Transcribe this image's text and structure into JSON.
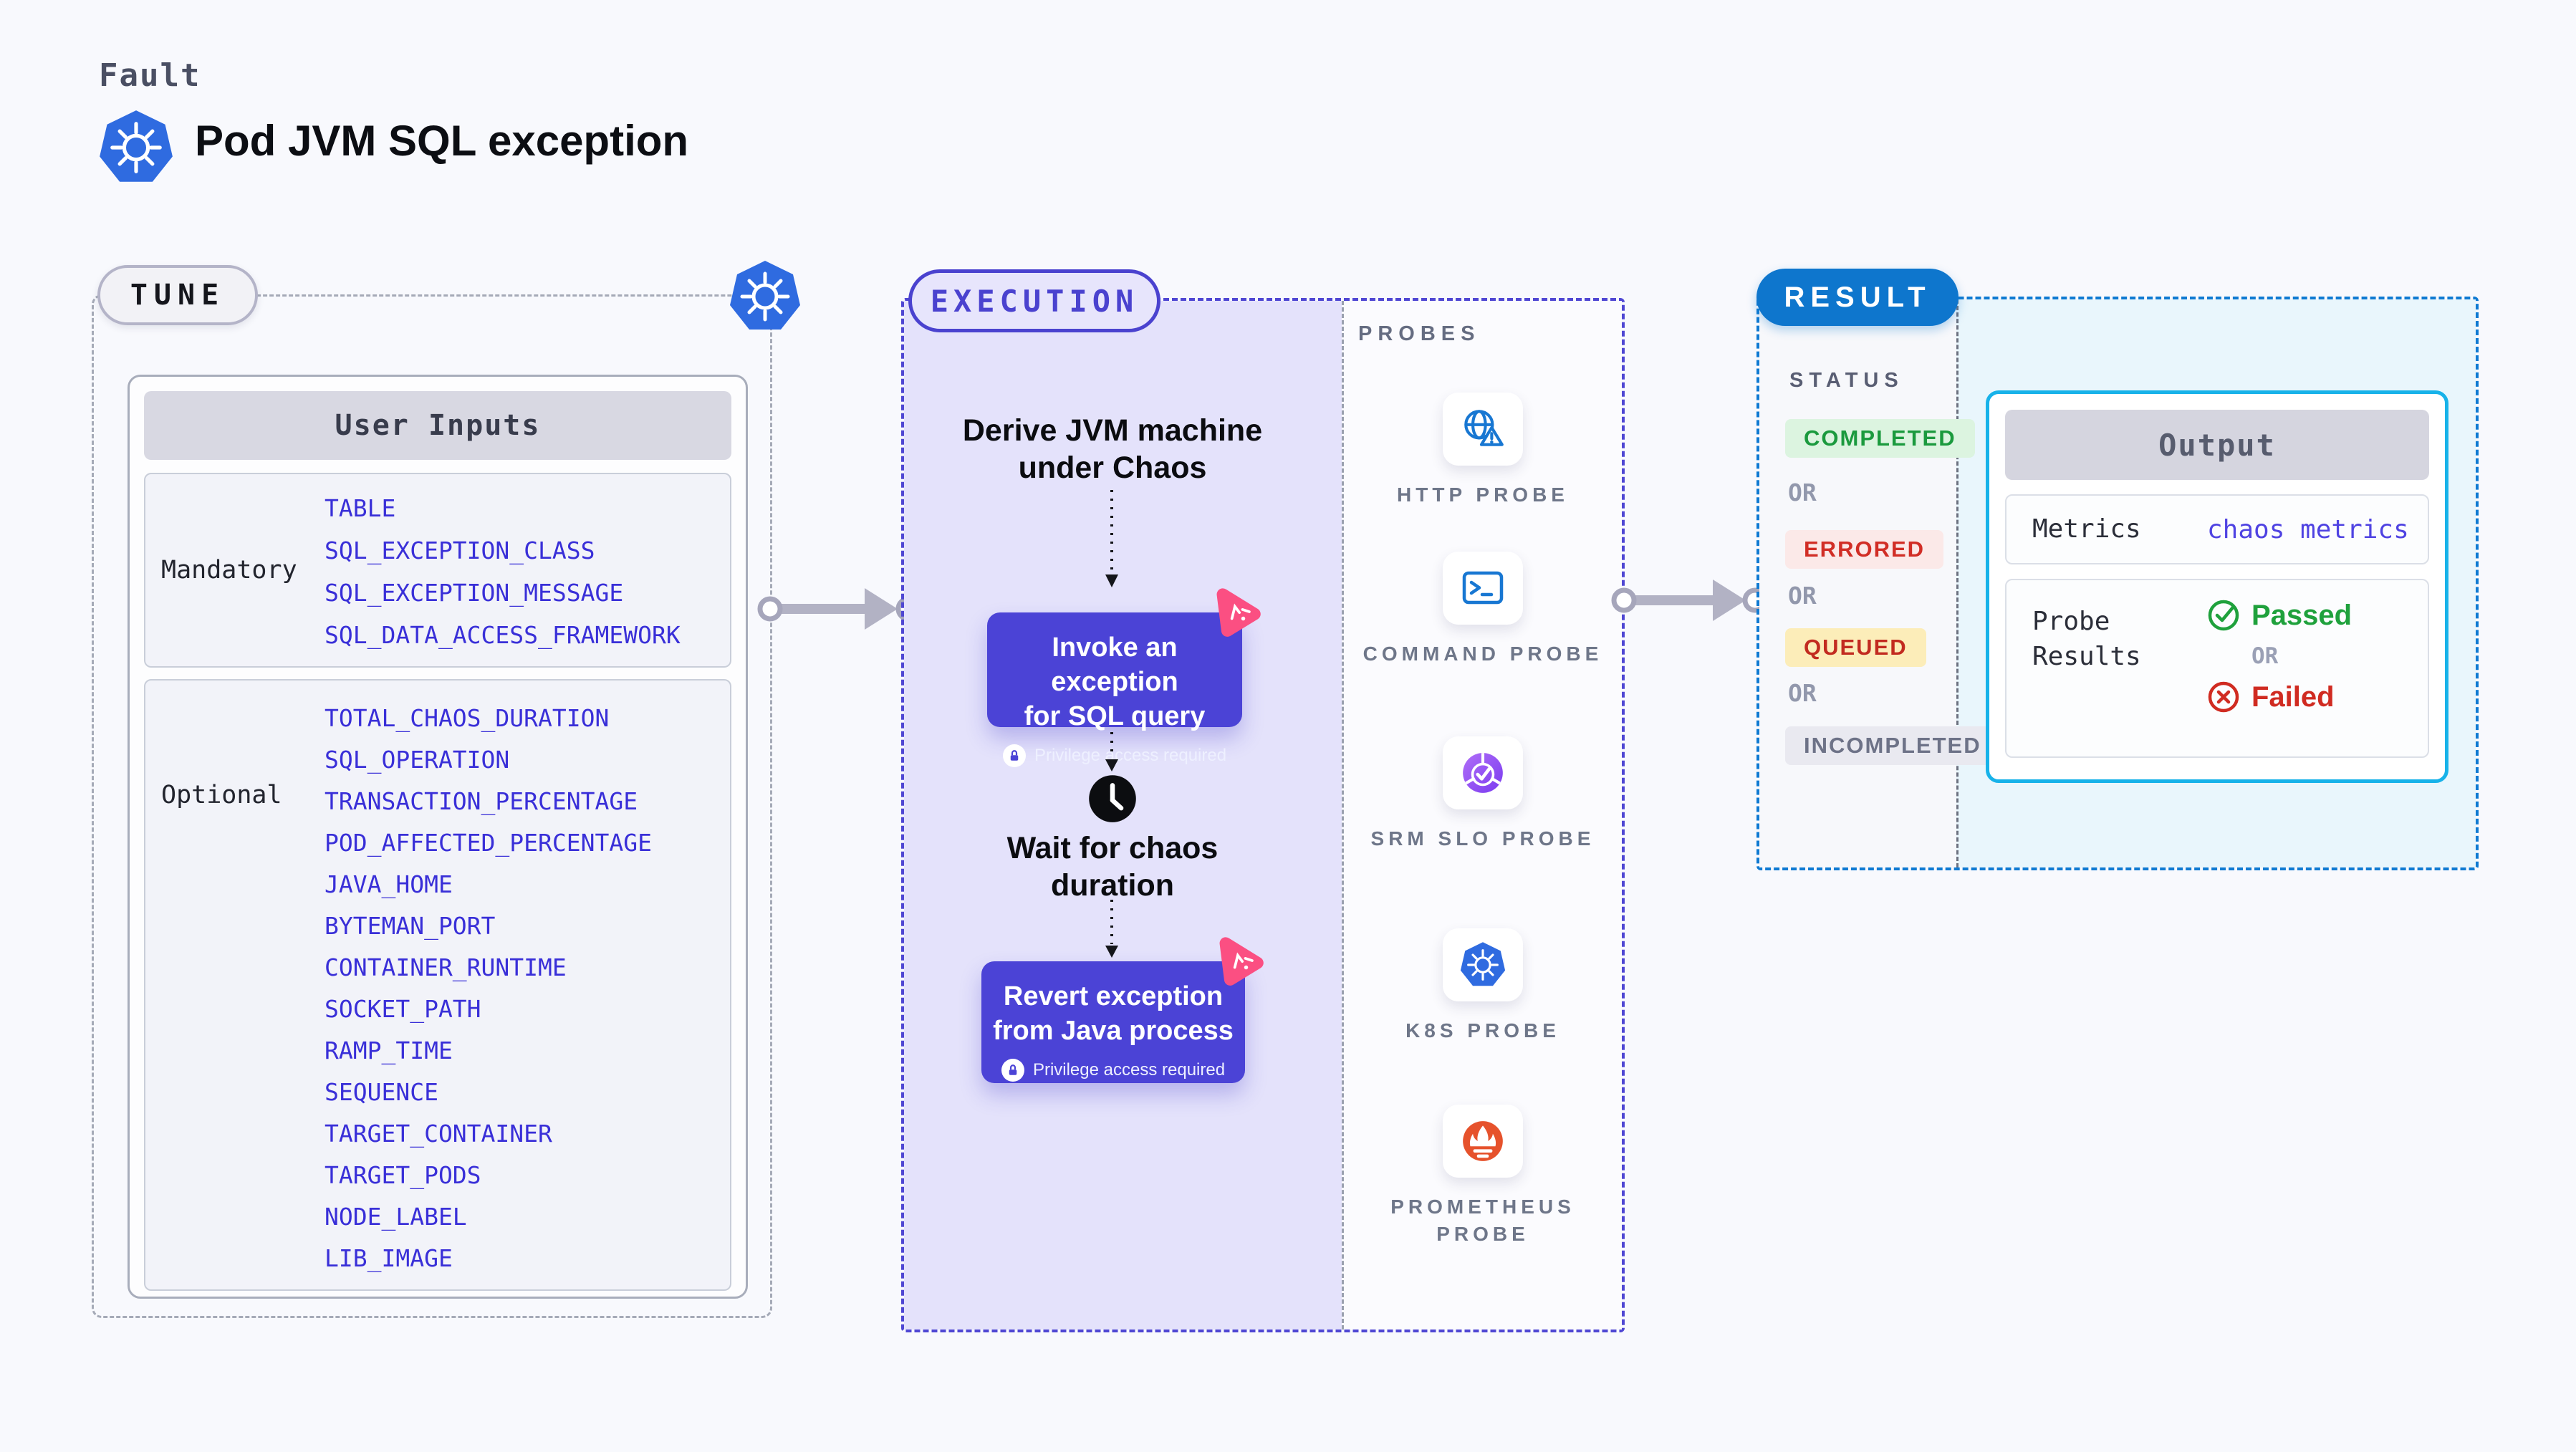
{
  "header": {
    "eyebrow": "Fault",
    "title": "Pod JVM SQL exception"
  },
  "tune": {
    "pill": "TUNE",
    "user_inputs_title": "User Inputs",
    "mandatory": {
      "label": "Mandatory",
      "items": [
        "TABLE",
        "SQL_EXCEPTION_CLASS",
        "SQL_EXCEPTION_MESSAGE",
        "SQL_DATA_ACCESS_FRAMEWORK"
      ]
    },
    "optional": {
      "label": "Optional",
      "items": [
        "TOTAL_CHAOS_DURATION",
        "SQL_OPERATION",
        "TRANSACTION_PERCENTAGE",
        "POD_AFFECTED_PERCENTAGE",
        "JAVA_HOME",
        "BYTEMAN_PORT",
        "CONTAINER_RUNTIME",
        "SOCKET_PATH",
        "RAMP_TIME",
        "SEQUENCE",
        "TARGET_CONTAINER",
        "TARGET_PODS",
        "NODE_LABEL",
        "LIB_IMAGE"
      ]
    }
  },
  "execution": {
    "pill": "EXECUTION",
    "derive_text": "Derive JVM machine\nunder Chaos",
    "invoke": {
      "title": "Invoke an exception\nfor SQL query",
      "privilege": "Privilege access required"
    },
    "wait_text": "Wait for chaos\nduration",
    "revert": {
      "title": "Revert exception\nfrom Java process",
      "privilege": "Privilege access required"
    }
  },
  "probes": {
    "label": "PROBES",
    "items": [
      {
        "label": "HTTP PROBE",
        "icon": "globe-alert-icon"
      },
      {
        "label": "COMMAND PROBE",
        "icon": "terminal-icon"
      },
      {
        "label": "SRM SLO PROBE",
        "icon": "slo-check-icon"
      },
      {
        "label": "K8S PROBE",
        "icon": "kubernetes-icon"
      },
      {
        "label": "PROMETHEUS PROBE",
        "icon": "prometheus-icon"
      }
    ]
  },
  "result": {
    "pill": "RESULT",
    "status_label": "STATUS",
    "or_label": "OR",
    "badges": [
      {
        "label": "COMPLETED",
        "state": "completed"
      },
      {
        "label": "ERRORED",
        "state": "errored"
      },
      {
        "label": "QUEUED",
        "state": "queued"
      },
      {
        "label": "INCOMPLETED",
        "state": "incompleted"
      }
    ],
    "output": {
      "title": "Output",
      "metrics_label": "Metrics",
      "metrics_value": "chaos metrics",
      "probe_results_label": "Probe\nResults",
      "passed": "Passed",
      "failed": "Failed"
    }
  },
  "colors": {
    "page_bg": "#f8f9fd",
    "indigo_accent": "#4a42cf",
    "execution_bg": "#e4e2fb",
    "button_indigo": "#4b43d6",
    "result_blue": "#0e76cd",
    "output_border_cyan": "#17b2e9",
    "output_bg_cyan": "#e9f6fc",
    "item_blue": "#392fd8",
    "metrics_value_blue": "#4f43e2",
    "passed_green": "#1fa13c",
    "completed_green": "#1b9a3e",
    "failed_red": "#d02b21",
    "errored_red": "#d12e26",
    "queued_bg": "#fcedb9",
    "litmus_pink": "#fb4f82",
    "kubernetes_blue": "#326ce5",
    "probe_icon_blue": "#1877d2",
    "prometheus_orange": "#e6522c"
  }
}
